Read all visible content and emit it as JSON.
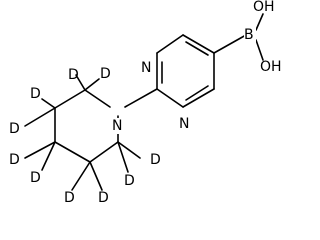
{
  "structure": {
    "atoms": {
      "ring_nitrogen_top": "N",
      "ring_nitrogen_bottom": "N",
      "piperidine_nitrogen": "N",
      "boron": "B",
      "hydroxyl_top": "OH",
      "hydroxyl_bottom": "OH",
      "deuterium": [
        "D",
        "D",
        "D",
        "D",
        "D",
        "D",
        "D",
        "D",
        "D",
        "D"
      ]
    },
    "colors": {
      "bond": "#000000",
      "text": "#000000",
      "background": "#ffffff"
    }
  }
}
